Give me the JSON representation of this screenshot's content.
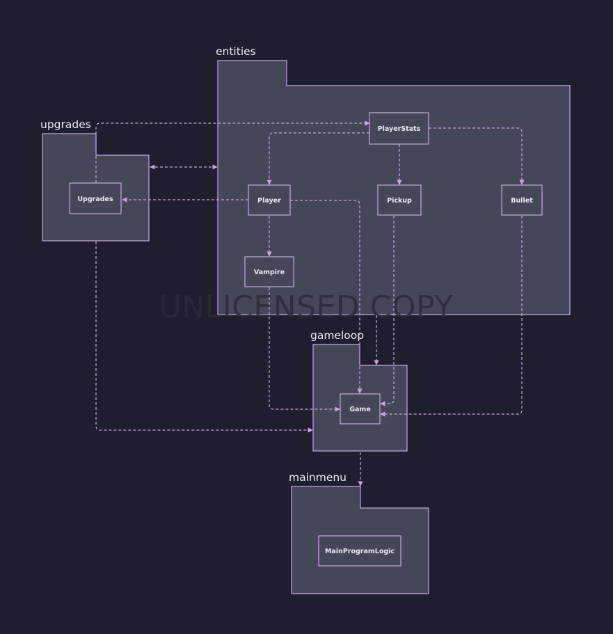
{
  "diagram": {
    "packages": {
      "entities": "entities",
      "upgrades": "upgrades",
      "gameloop": "gameloop",
      "mainmenu": "mainmenu"
    },
    "nodes": {
      "player_stats": "PlayerStats",
      "player": "Player",
      "pickup": "Pickup",
      "bullet": "Bullet",
      "vampire": "Vampire",
      "upgrades": "Upgrades",
      "game": "Game",
      "main_program_logic": "MainProgramLogic"
    },
    "edges": [
      {
        "from": "Upgrades",
        "to": "PlayerStats"
      },
      {
        "from": "PlayerStats",
        "to": "Player"
      },
      {
        "from": "PlayerStats",
        "to": "Pickup"
      },
      {
        "from": "PlayerStats",
        "to": "Bullet"
      },
      {
        "from": "Player",
        "to": "Upgrades"
      },
      {
        "from": "Player",
        "to": "Vampire"
      },
      {
        "from": "Player",
        "to": "Game"
      },
      {
        "from": "Vampire",
        "to": "Game"
      },
      {
        "from": "Pickup",
        "to": "Game"
      },
      {
        "from": "Bullet",
        "to": "Game"
      },
      {
        "from": "upgrades",
        "to": "entities",
        "bidirectional": true
      },
      {
        "from": "upgrades",
        "to": "gameloop"
      },
      {
        "from": "entities",
        "to": "gameloop"
      },
      {
        "from": "gameloop",
        "to": "mainmenu"
      }
    ],
    "colors": {
      "background": "#1f1e2e",
      "fill": "#454658",
      "stroke": "#c9a6ec",
      "text": "#eceaf6"
    }
  },
  "watermark": "UNLICENSED COPY"
}
